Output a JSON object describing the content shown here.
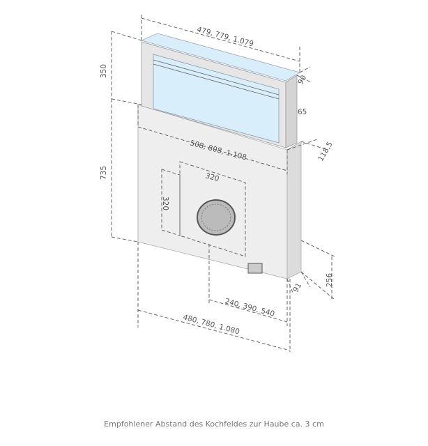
{
  "dimensions": {
    "top_width": "479, 779, 1.079",
    "upper_height": "350",
    "top_depth": "90",
    "frame_depth": "65",
    "body_width": "508, 808, 1.108",
    "body_depth": "118,5",
    "body_height": "735",
    "cutout_width": "320",
    "cutout_height": "320",
    "outlet_height": "256",
    "side_depth": "91",
    "outlet_offset": "240, 390, 540",
    "bottom_width": "480, 780, 1.080"
  },
  "caption": "Empfohlener Abstand des Kochfeldes zur Haube ca. 3 cm",
  "colors": {
    "glass": "#d8eefa",
    "body": "#eeeeee",
    "side": "#dcdcdc",
    "line": "#666666"
  }
}
